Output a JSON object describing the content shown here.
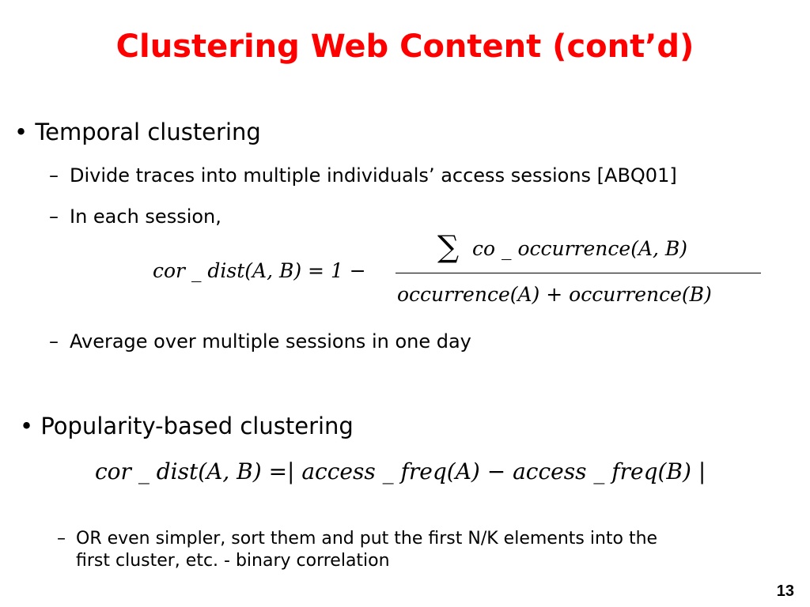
{
  "title": "Clustering Web Content (cont’d)",
  "bullets": [
    {
      "label": "Temporal clustering",
      "subs": [
        "Divide traces into multiple individuals’ access sessions [ABQ01]",
        "In each session,",
        "Average over multiple sessions in one day"
      ]
    },
    {
      "label": "Popularity-based clustering",
      "note_line1": "OR even simpler, sort them and put the first N/K elements into the",
      "note_line2": "first cluster, etc.  - binary correlation"
    }
  ],
  "formula1": {
    "lhs": "cor _ dist(A, B) = 1 −",
    "sigma": "∑",
    "numerator": "co _ occurrence(A, B)",
    "denominator": "occurrence(A) + occurrence(B)"
  },
  "formula2": "cor _ dist(A, B) =| access _ freq(A) − access _ freq(B) |",
  "dash": "–",
  "bullet_char": "•",
  "slide_number": "13",
  "colors": {
    "title": "#ff0000",
    "text": "#000000",
    "background": "#ffffff"
  }
}
